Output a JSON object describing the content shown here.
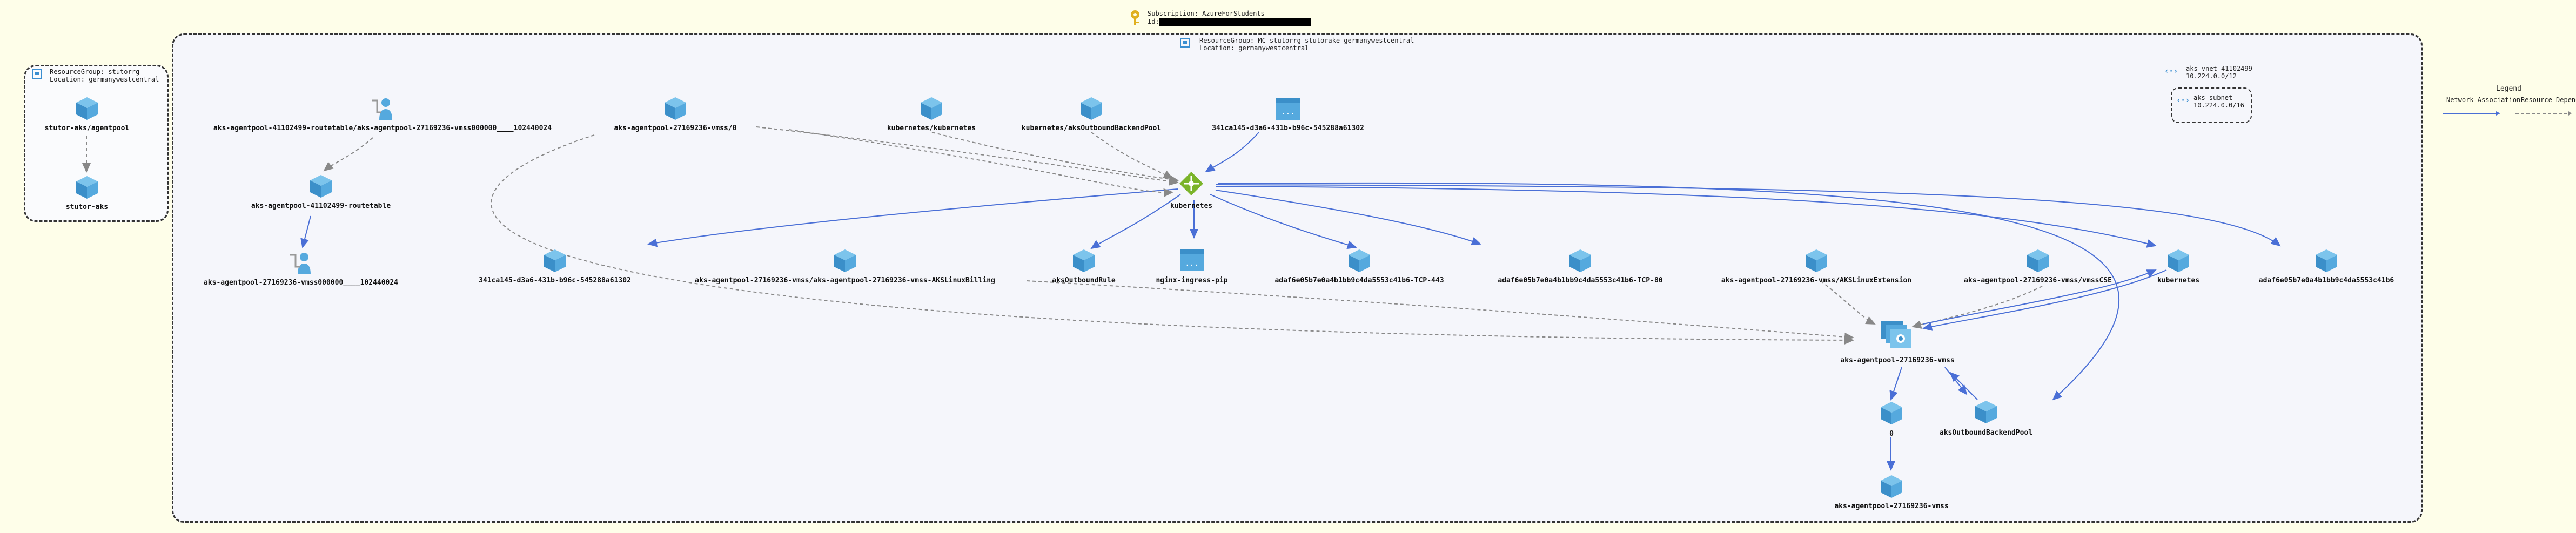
{
  "subscription": {
    "line1": "Subscription: AzureForStudents",
    "line2": "Id:"
  },
  "small_group": {
    "line1": "ResourceGroup: stutorrg",
    "line2": "Location: germanywestcentral"
  },
  "main_group": {
    "line1": "ResourceGroup: MC_stutorrg_stutorake_germanywestcentral",
    "line2": "Location: germanywestcentral"
  },
  "vnet": {
    "name": "aks-vnet-41102499",
    "cidr": "10.224.0.0/12",
    "subnet_name": "aks-subnet",
    "subnet_cidr": "10.224.0.0/16"
  },
  "legend": {
    "title": "Legend",
    "network": "Network Association",
    "resource": "Resource Dependency"
  },
  "nodes": {
    "stutor_agentpool": "stutor-aks/agentpool",
    "stutor_aks": "stutor-aks",
    "routetable_link": "aks-agentpool-41102499-routetable/aks-agentpool-27169236-vmss000000____102440024",
    "vmss_0_top": "aks-agentpool-27169236-vmss/0",
    "k8s_k8s": "kubernetes/kubernetes",
    "k8s_outbound": "kubernetes/aksOutboundBackendPool",
    "ip_341_top": "341ca145-d3a6-431b-b96c-545288a61302",
    "routetable": "aks-agentpool-41102499-routetable",
    "vmss_nic": "aks-agentpool-27169236-vmss000000____102440024",
    "lb_kubernetes": "kubernetes",
    "ip_341_bottom": "341ca145-d3a6-431b-b96c-545288a61302",
    "billing_ext": "aks-agentpool-27169236-vmss/aks-agentpool-27169236-vmss-AKSLinuxBilling",
    "outbound_rule": "aksOutboundRule",
    "ingress_pip": "nginx-ingress-pip",
    "rule_443": "adaf6e05b7e0a4b1bb9c4da5553c41b6-TCP-443",
    "rule_80": "adaf6e05b7e0a4b1bb9c4da5553c41b6-TCP-80",
    "linux_ext": "aks-agentpool-27169236-vmss/AKSLinuxExtension",
    "vmss_cse": "aks-agentpool-27169236-vmss/vmssCSE",
    "kubernetes_right": "kubernetes",
    "adaf_right": "adaf6e05b7e0a4b1bb9c4da5553c41b6",
    "vmss_main": "aks-agentpool-27169236-vmss",
    "vmss_zero": "0",
    "outbound_pool": "aksOutboundBackendPool",
    "vmss_bottom": "aks-agentpool-27169236-vmss"
  },
  "colors": {
    "cube": "#4aa3d6",
    "lb": "#7bb42a",
    "network_edge": "#4a6fd6",
    "dependency_edge": "#888888",
    "group_fill": "#f5f6fb",
    "page": "#fefee9"
  }
}
